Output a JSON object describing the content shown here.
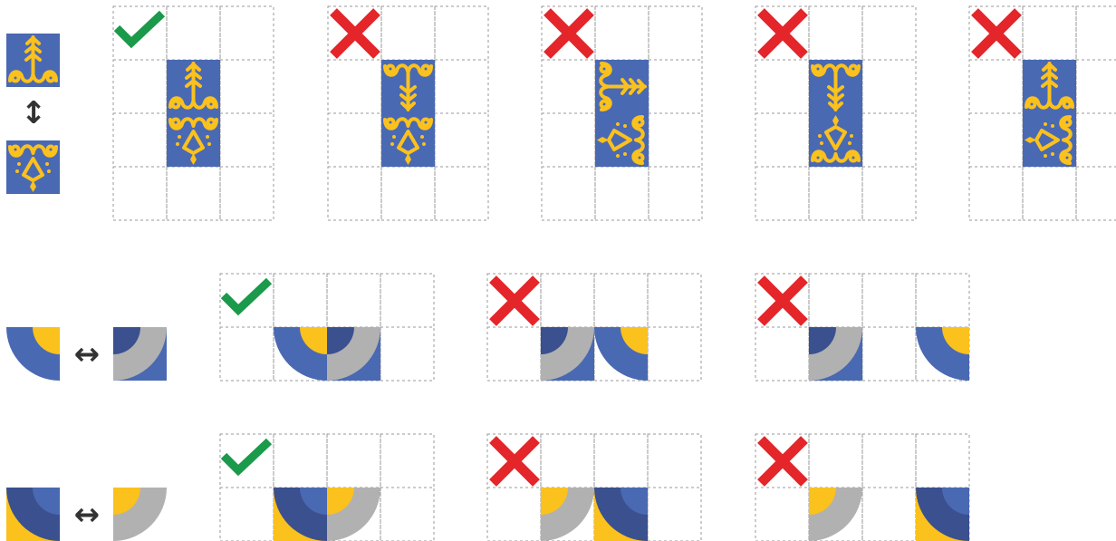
{
  "colors": {
    "blue": "#4a69b3",
    "navy": "#3a508f",
    "yellow": "#fbc11c",
    "gray": "#b1b1b1",
    "grid": "#999999",
    "check": "#1a9a4a",
    "cross": "#e4252a",
    "arrow": "#333333"
  },
  "rows": [
    {
      "rule": {
        "connector_icon": "up-down-arrow-icon",
        "glyph": "↕"
      },
      "examples": [
        {
          "verdict": "correct",
          "icon": "check-icon"
        },
        {
          "verdict": "incorrect",
          "icon": "cross-icon"
        },
        {
          "verdict": "incorrect",
          "icon": "cross-icon"
        },
        {
          "verdict": "incorrect",
          "icon": "cross-icon"
        },
        {
          "verdict": "incorrect",
          "icon": "cross-icon"
        }
      ]
    },
    {
      "rule": {
        "connector_icon": "left-right-arrow-icon",
        "glyph": "↔"
      },
      "examples": [
        {
          "verdict": "correct",
          "icon": "check-icon"
        },
        {
          "verdict": "incorrect",
          "icon": "cross-icon"
        },
        {
          "verdict": "incorrect",
          "icon": "cross-icon"
        }
      ]
    },
    {
      "rule": {
        "connector_icon": "left-right-arrow-icon",
        "glyph": "↔"
      },
      "examples": [
        {
          "verdict": "correct",
          "icon": "check-icon"
        },
        {
          "verdict": "incorrect",
          "icon": "cross-icon"
        },
        {
          "verdict": "incorrect",
          "icon": "cross-icon"
        }
      ]
    }
  ]
}
